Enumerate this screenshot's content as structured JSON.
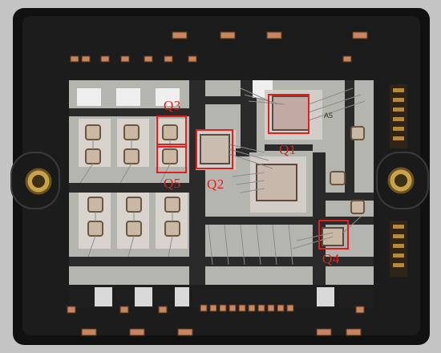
{
  "image": {
    "subject": "power-module",
    "highlight_color": "#e02020",
    "housing_color": "#141414",
    "substrate_color": "#b5b5b0",
    "copper_color": "#2a2a2a"
  },
  "labels": {
    "q1": "Q1",
    "q2": "Q2",
    "q3": "Q3",
    "q4": "Q4",
    "q5": "Q5"
  },
  "markings": {
    "chip_mark": "A5"
  }
}
